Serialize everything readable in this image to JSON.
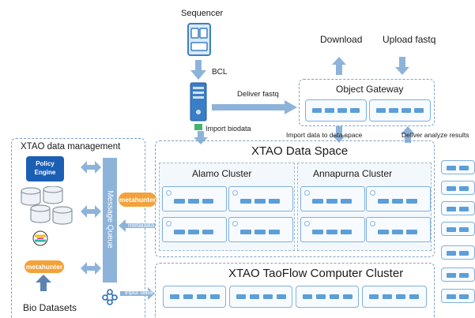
{
  "sequencer": {
    "label": "Sequencer",
    "bcl_label": "BCL"
  },
  "top": {
    "download_label": "Download",
    "upload_label": "Upload fastq"
  },
  "flows": {
    "deliver_fastq": "Deliver fastq",
    "import_biodata": "Import biodata",
    "import_to_space": "Import data to data space",
    "deliver_results": "Deliver analyze results",
    "metadata": "metadata",
    "input_data": "input data"
  },
  "gateway": {
    "title": "Object Gateway"
  },
  "data_space": {
    "title": "XTAO Data Space"
  },
  "clusters": {
    "alamo": "Alamo Cluster",
    "annapurna": "Annapurna Cluster"
  },
  "compute": {
    "title": "XTAO TaoFlow Computer Cluster"
  },
  "management": {
    "title": "XTAO data management",
    "policy_engine": "Policy Engine",
    "metahunter": "metahunter",
    "message_queue": "Message Queue",
    "bio_datasets": "Bio Datasets"
  },
  "colors": {
    "arrow": "#8db3da",
    "server": "#5c9fd8",
    "accent": "#f2a23a",
    "policy": "#1b5fb4"
  }
}
